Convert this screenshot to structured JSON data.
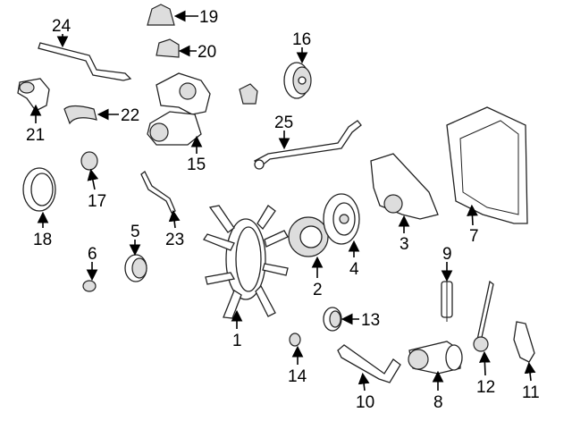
{
  "title": "Cooling system parts diagram",
  "callouts": {
    "c1": "1",
    "c2": "2",
    "c3": "3",
    "c4": "4",
    "c5": "5",
    "c6": "6",
    "c7": "7",
    "c8": "8",
    "c9": "9",
    "c10": "10",
    "c11": "11",
    "c12": "12",
    "c13": "13",
    "c14": "14",
    "c15": "15",
    "c16": "16",
    "c17": "17",
    "c18": "18",
    "c19": "19",
    "c20": "20",
    "c21": "21",
    "c22": "22",
    "c23": "23",
    "c24": "24",
    "c25": "25"
  }
}
